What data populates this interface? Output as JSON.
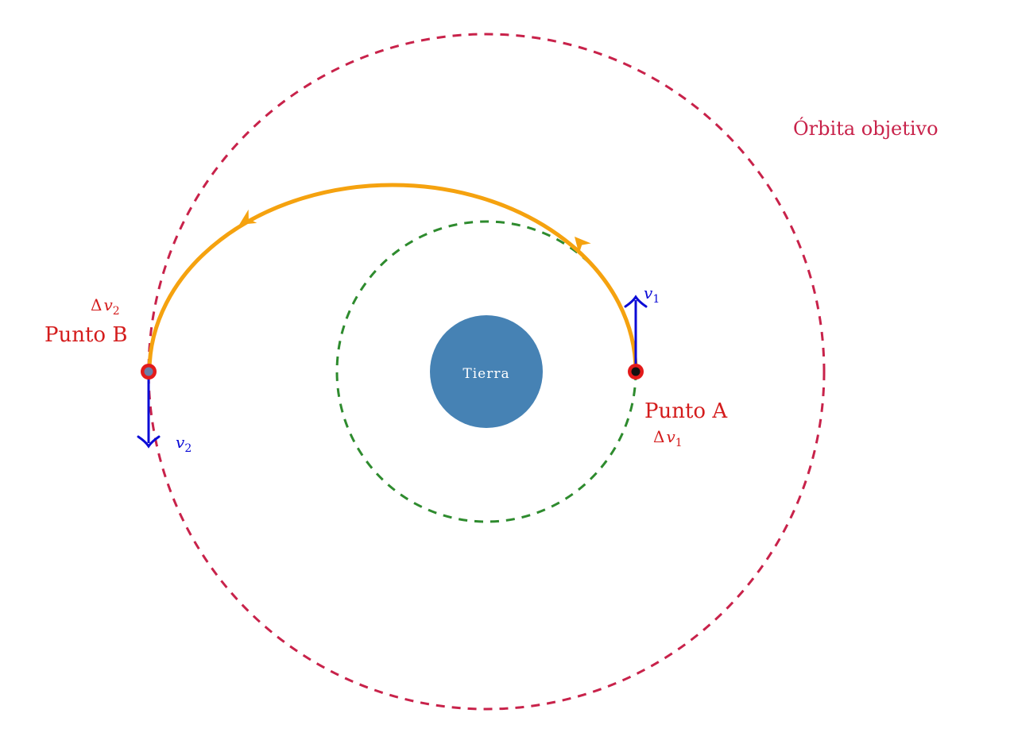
{
  "labels": {
    "target_orbit": "Órbita objetivo",
    "earth": "Tierra",
    "point_a": "Punto A",
    "point_b": "Punto B",
    "delta_v1_symbol": "Δ",
    "delta_v1_var": "v",
    "delta_v1_sub": "1",
    "delta_v2_symbol": "Δ",
    "delta_v2_var": "v",
    "delta_v2_sub": "2",
    "v1_var": "v",
    "v1_sub": "1",
    "v2_var": "v",
    "v2_sub": "2"
  },
  "colors": {
    "target_orbit": "#c8224a",
    "initial_orbit": "#2e8b2e",
    "transfer_orbit": "#f5a20f",
    "earth": "#4682b4",
    "earth_label": "#ffffff",
    "point_marker": "#e31a1a",
    "velocity": "#0b0bd6",
    "point_label": "#d41c1c"
  },
  "icons": {
    "earth": "earth-circle-icon",
    "point_a": "maneuver-point-icon",
    "point_b": "maneuver-point-icon",
    "v1": "arrow-up-icon",
    "v2": "arrow-down-icon"
  }
}
